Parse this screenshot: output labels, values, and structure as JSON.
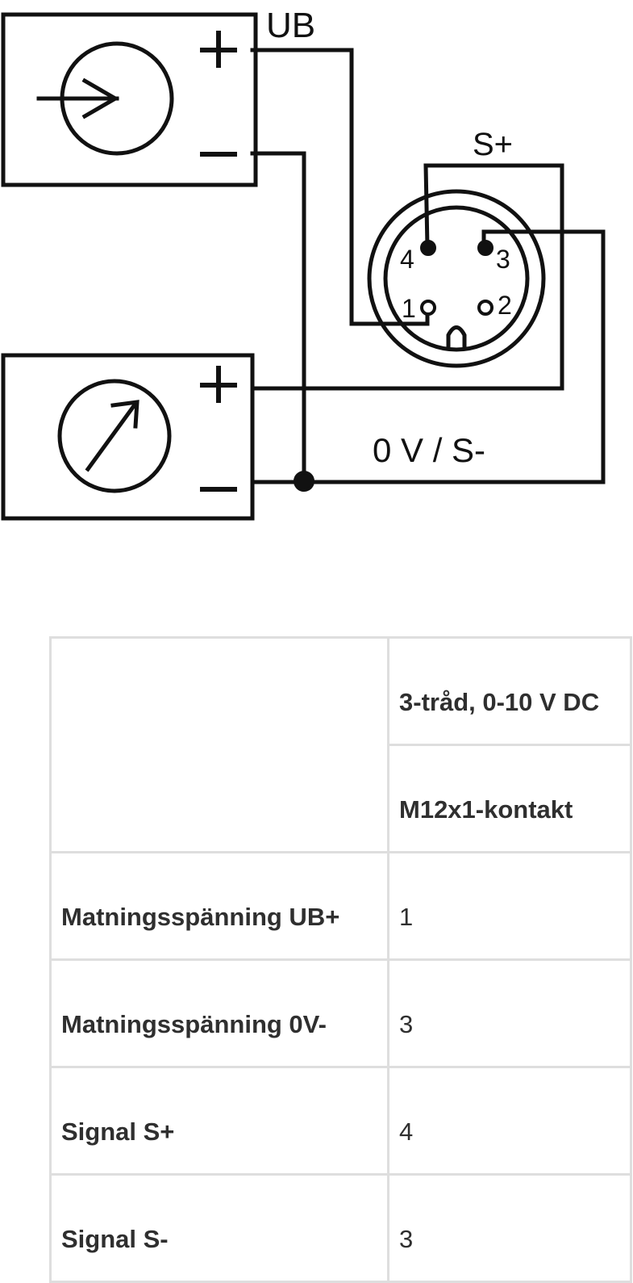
{
  "diagram": {
    "labels": {
      "ub": "UB",
      "s_plus": "S+",
      "zero_v": "0 V / S-",
      "plus_top": "+",
      "minus_top": "−",
      "plus_bottom": "+",
      "minus_bottom": "−"
    },
    "pins": [
      "1",
      "2",
      "3",
      "4"
    ]
  },
  "table": {
    "header_1": "3-tråd, 0-10 V DC",
    "header_2": "M12x1-kontakt",
    "rows": [
      {
        "label": "Matningsspänning UB+",
        "value": "1"
      },
      {
        "label": "Matningsspänning 0V-",
        "value": "3"
      },
      {
        "label": "Signal S+",
        "value": "4"
      },
      {
        "label": "Signal S-",
        "value": "3"
      }
    ]
  }
}
